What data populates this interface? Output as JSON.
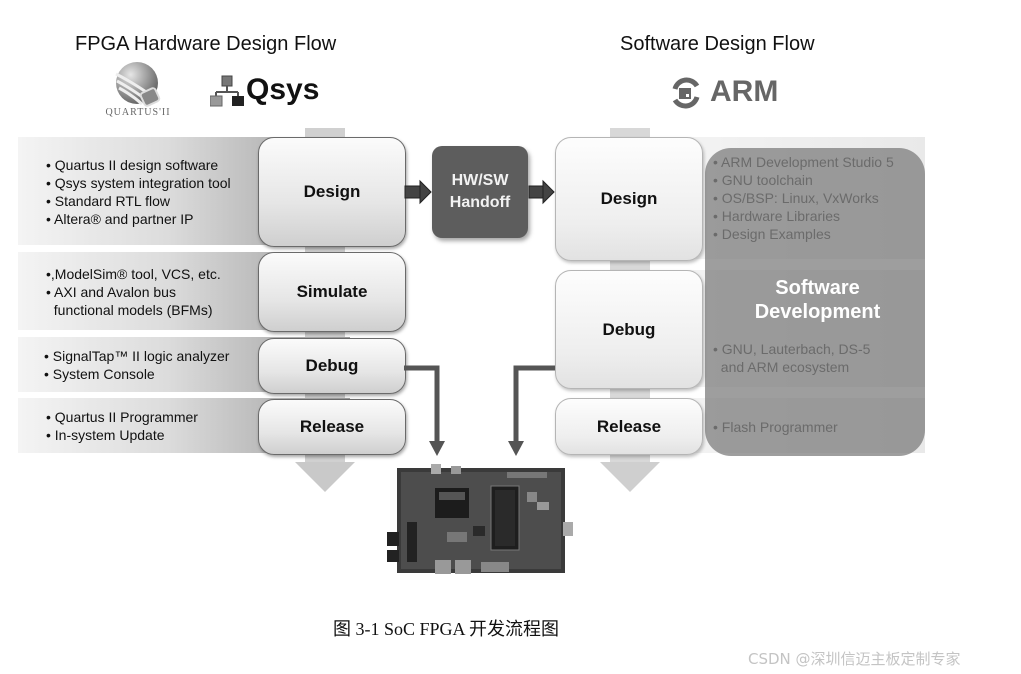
{
  "hardware": {
    "heading": "FPGA Hardware Design Flow",
    "logos": {
      "quartus": {
        "label": "QUARTUS'II",
        "icon": "quartus-globe-icon"
      },
      "qsys": {
        "label": "Qsys",
        "icon": "qsys-hierarchy-icon"
      }
    },
    "stages": [
      {
        "label": "Design",
        "bullets": [
          "• Quartus II design software",
          "• Qsys system integration tool",
          "• Standard RTL flow",
          "• Altera® and partner IP"
        ]
      },
      {
        "label": "Simulate",
        "bullets": [
          "•,ModelSim® tool, VCS, etc.",
          "• AXI and Avalon bus",
          "  functional models (BFMs)"
        ]
      },
      {
        "label": "Debug",
        "bullets": [
          "• SignalTap™ II logic analyzer",
          "• System Console"
        ]
      },
      {
        "label": "Release",
        "bullets": [
          "• Quartus II Programmer",
          "• In-system Update"
        ]
      }
    ]
  },
  "handoff": {
    "line1": "HW/SW",
    "line2": "Handoff"
  },
  "software": {
    "heading": "Software Design Flow",
    "logo": {
      "label": "ARM",
      "icon": "arm-logo-icon"
    },
    "stages": [
      {
        "label": "Design",
        "bullets": [
          "• ARM Development Studio 5",
          "• GNU toolchain",
          "• OS/BSP: Linux, VxWorks",
          "• Hardware Libraries",
          "• Design Examples"
        ]
      },
      {
        "label": "Debug",
        "bullets": [
          "• GNU, Lauterbach, DS-5",
          "  and ARM ecosystem"
        ]
      },
      {
        "label": "Release",
        "bullets": [
          "• Flash Programmer"
        ]
      }
    ],
    "overlay": {
      "line1": "Software",
      "line2": "Development"
    }
  },
  "board": {
    "icon": "fpga-dev-board-image"
  },
  "caption": "图 3-1 SoC FPGA 开发流程图",
  "watermark": "CSDN @深圳信迈主板定制专家",
  "colors": {
    "handoff": "#5d5d5d",
    "connector": "#555555",
    "flow_arrow": "#c9c9c9",
    "overlay": "#787878"
  }
}
